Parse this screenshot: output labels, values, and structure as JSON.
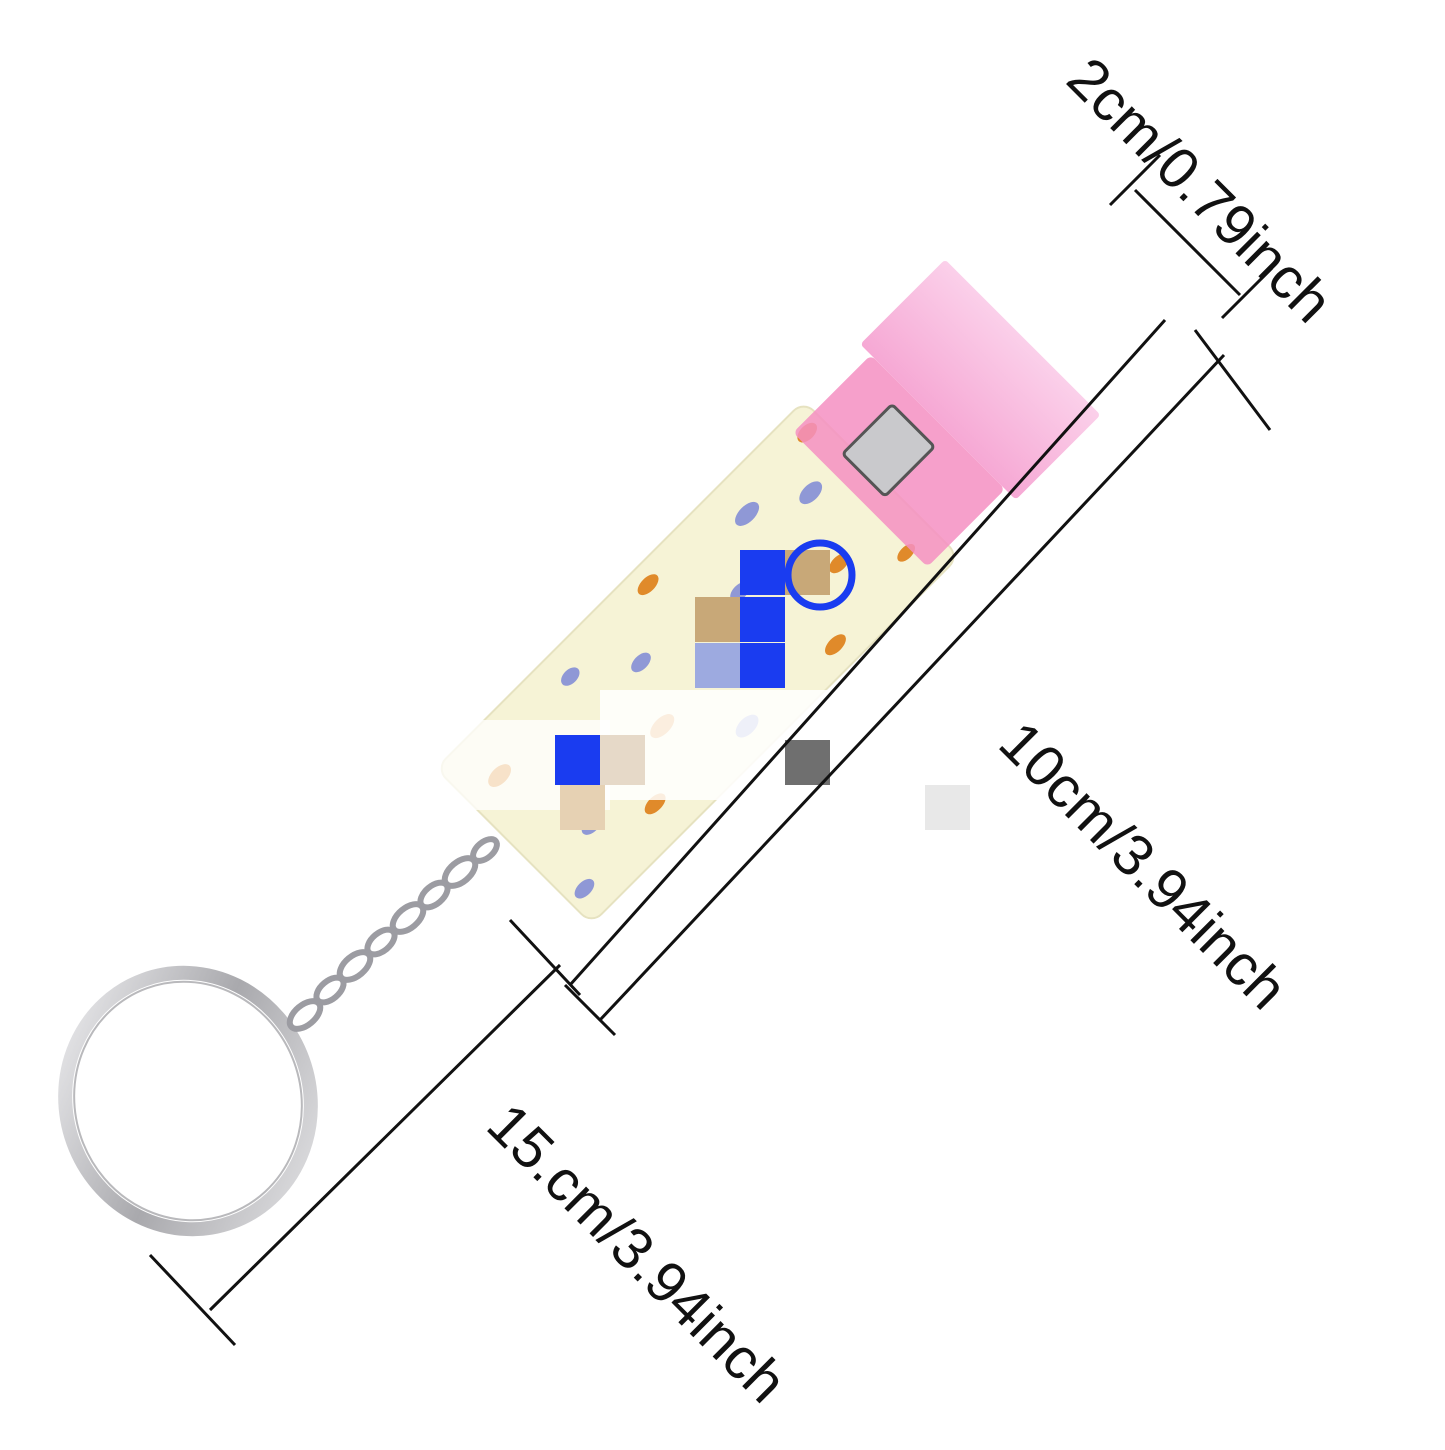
{
  "product": {
    "name": "",
    "description_icon": "keychain-card-grabber"
  },
  "dimensions": {
    "width_label": "2cm/0.79inch",
    "body_length_label": "10cm/3.94inch",
    "total_length_label": "15.cm/3.94inch"
  },
  "colors": {
    "background": "#ffffff",
    "dimension_line": "#111111",
    "body_resin": "#f6f3d6",
    "confetti_orange": "#e08a2a",
    "confetti_lavender": "#8f98d6",
    "clip_pink": "#f48fc2",
    "cap_pink": "#f7b4dc",
    "metal_ring": "#b9b9bd",
    "blur_blue": "#1a3cf0",
    "blur_tan": "#c8a878",
    "blur_gray": "#6f6f6f"
  }
}
